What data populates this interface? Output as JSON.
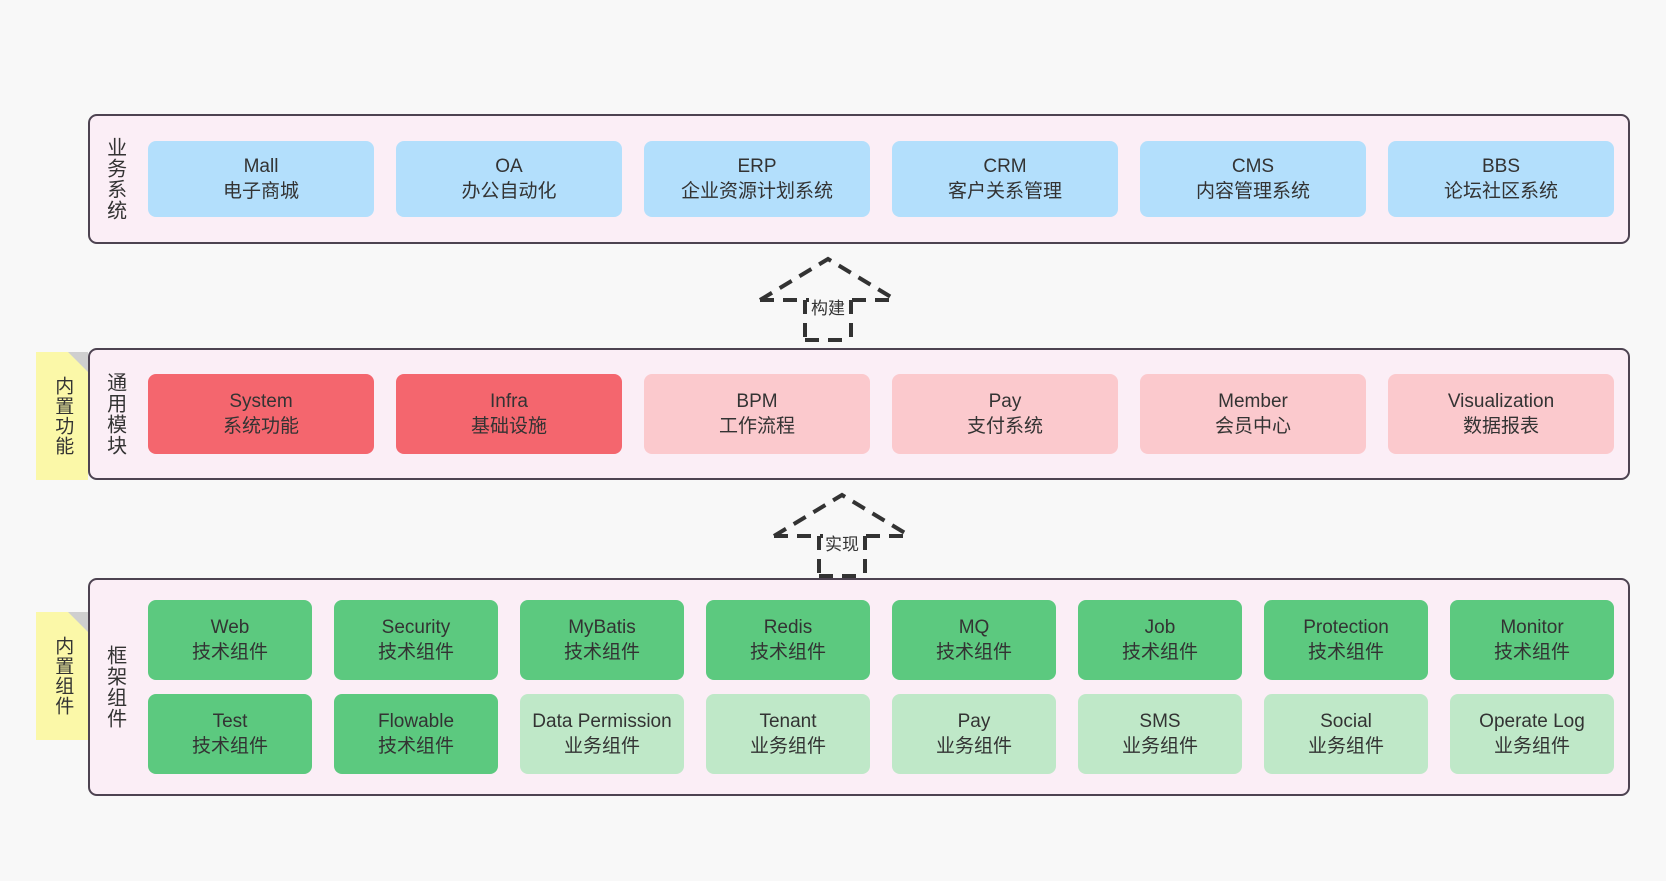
{
  "canvas": {
    "background": "#f8f8f8",
    "panel_background": "#fbeef6",
    "panel_border": "#4d4351"
  },
  "layers": [
    {
      "id": "business",
      "title": "业务系统",
      "badge": null,
      "rows": [
        [
          {
            "name": "Mall",
            "sub": "电子商城",
            "style": "blue"
          },
          {
            "name": "OA",
            "sub": "办公自动化",
            "style": "blue"
          },
          {
            "name": "ERP",
            "sub": "企业资源计划系统",
            "style": "blue"
          },
          {
            "name": "CRM",
            "sub": "客户关系管理",
            "style": "blue"
          },
          {
            "name": "CMS",
            "sub": "内容管理系统",
            "style": "blue"
          },
          {
            "name": "BBS",
            "sub": "论坛社区系统",
            "style": "blue"
          }
        ]
      ]
    },
    {
      "id": "modules",
      "title": "通用模块",
      "badge": "内置功能",
      "rows": [
        [
          {
            "name": "System",
            "sub": "系统功能",
            "style": "red"
          },
          {
            "name": "Infra",
            "sub": "基础设施",
            "style": "red"
          },
          {
            "name": "BPM",
            "sub": "工作流程",
            "style": "pink"
          },
          {
            "name": "Pay",
            "sub": "支付系统",
            "style": "pink"
          },
          {
            "name": "Member",
            "sub": "会员中心",
            "style": "pink"
          },
          {
            "name": "Visualization",
            "sub": "数据报表",
            "style": "pink"
          }
        ]
      ]
    },
    {
      "id": "framework",
      "title": "框架组件",
      "badge": "内置组件",
      "rows": [
        [
          {
            "name": "Web",
            "sub": "技术组件",
            "style": "green"
          },
          {
            "name": "Security",
            "sub": "技术组件",
            "style": "green"
          },
          {
            "name": "MyBatis",
            "sub": "技术组件",
            "style": "green"
          },
          {
            "name": "Redis",
            "sub": "技术组件",
            "style": "green"
          },
          {
            "name": "MQ",
            "sub": "技术组件",
            "style": "green"
          },
          {
            "name": "Job",
            "sub": "技术组件",
            "style": "green"
          },
          {
            "name": "Protection",
            "sub": "技术组件",
            "style": "green"
          },
          {
            "name": "Monitor",
            "sub": "技术组件",
            "style": "green"
          }
        ],
        [
          {
            "name": "Test",
            "sub": "技术组件",
            "style": "green"
          },
          {
            "name": "Flowable",
            "sub": "技术组件",
            "style": "green"
          },
          {
            "name": "Data Permission",
            "sub": "业务组件",
            "style": "lightgreen"
          },
          {
            "name": "Tenant",
            "sub": "业务组件",
            "style": "lightgreen"
          },
          {
            "name": "Pay",
            "sub": "业务组件",
            "style": "lightgreen"
          },
          {
            "name": "SMS",
            "sub": "业务组件",
            "style": "lightgreen"
          },
          {
            "name": "Social",
            "sub": "业务组件",
            "style": "lightgreen"
          },
          {
            "name": "Operate Log",
            "sub": "业务组件",
            "style": "lightgreen"
          }
        ]
      ]
    }
  ],
  "connectors": [
    {
      "id": "build",
      "label": "构建"
    },
    {
      "id": "implement",
      "label": "实现"
    }
  ]
}
